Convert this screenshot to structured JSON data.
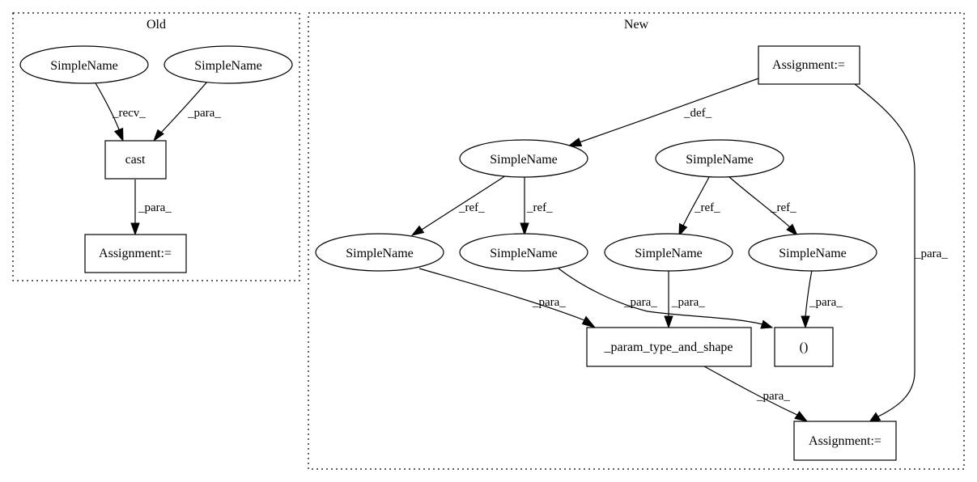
{
  "clusters": {
    "old": {
      "label": "Old"
    },
    "new": {
      "label": "New"
    }
  },
  "old": {
    "sn_recv": "SimpleName",
    "sn_para": "SimpleName",
    "cast": "cast",
    "assignment": "Assignment:=",
    "edges": {
      "recv": "_recv_",
      "para_to_cast": "_para_",
      "cast_to_assign": "_para_"
    }
  },
  "new": {
    "assignment_top": "Assignment:=",
    "sn_def": "SimpleName",
    "sn_right": "SimpleName",
    "sn_a": "SimpleName",
    "sn_b": "SimpleName",
    "sn_c": "SimpleName",
    "sn_d": "SimpleName",
    "param_type_and_shape": "_param_type_and_shape",
    "tuple": "()",
    "assignment_bottom": "Assignment:=",
    "edges": {
      "def": "_def_",
      "ref_def_a": "_ref_",
      "ref_def_b": "_ref_",
      "ref_right_c": "_ref_",
      "ref_right_d": "_ref_",
      "para_a": "_para_",
      "para_b": "_para_",
      "para_c": "_para_",
      "para_d": "_para_",
      "para_param": "_para_",
      "para_top": "_para_"
    }
  }
}
